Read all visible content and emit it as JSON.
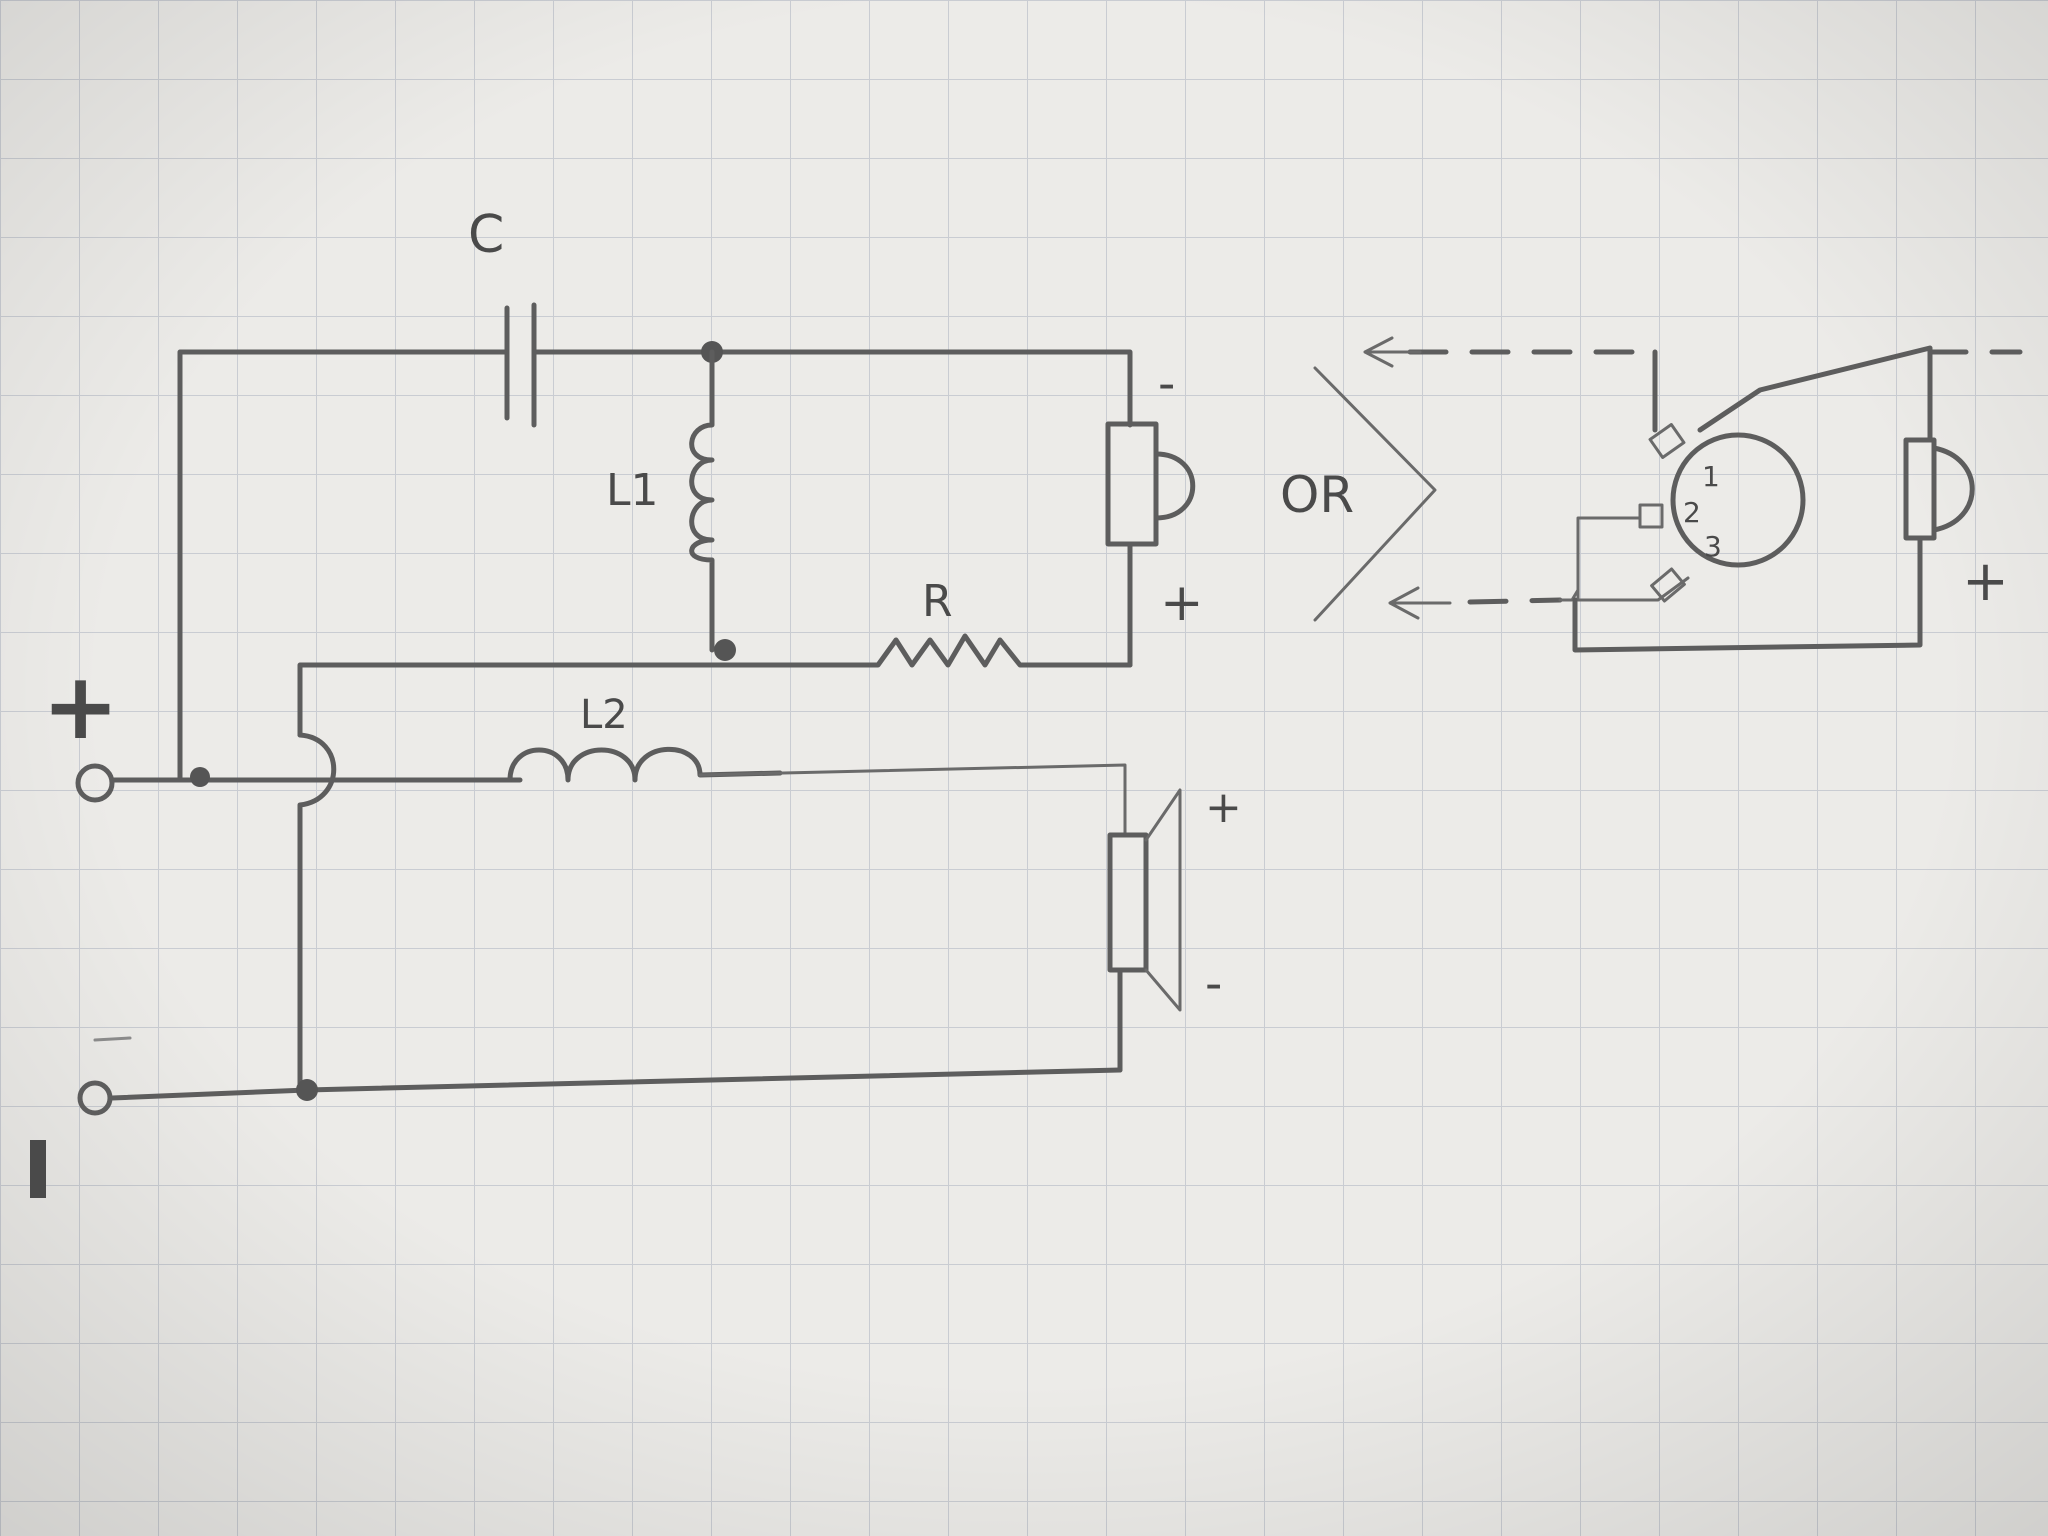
{
  "labels": {
    "capacitor": "C",
    "inductor_1": "L1",
    "inductor_2": "L2",
    "resistor": "R",
    "or_text": "OR",
    "input_plus": "+",
    "input_minus": "-",
    "tweeter_top_pol": "-",
    "tweeter_bottom_pol": "+",
    "woofer_top_pol": "+",
    "woofer_bottom_pol": "-",
    "alt_tweeter_pol": "+",
    "pin_1": "1",
    "pin_2": "2",
    "pin_3": "3"
  },
  "colors": {
    "paper": "#ecebe8",
    "grid": "#c9ccd2",
    "pencil": "#5d5d5d"
  }
}
